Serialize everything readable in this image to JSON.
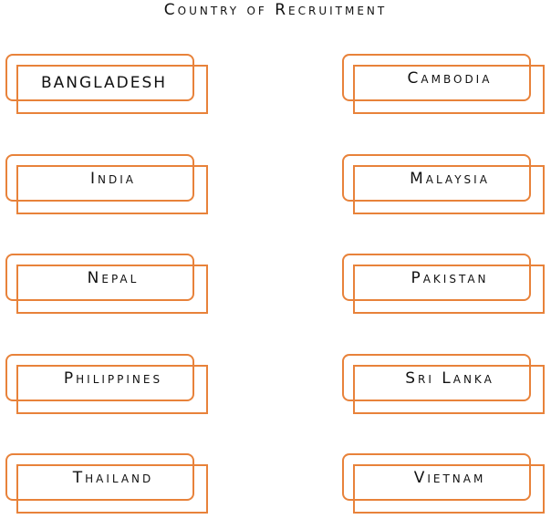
{
  "title": "Country of Recruitment",
  "countries": [
    "BANGLADESH",
    "Cambodia",
    "India",
    "Malaysia",
    "Nepal",
    "Pakistan",
    "Philippines",
    "Sri Lanka",
    "Thailand",
    "Vietnam"
  ],
  "colors": {
    "box_outline": "#e8823a",
    "text": "#111111"
  }
}
